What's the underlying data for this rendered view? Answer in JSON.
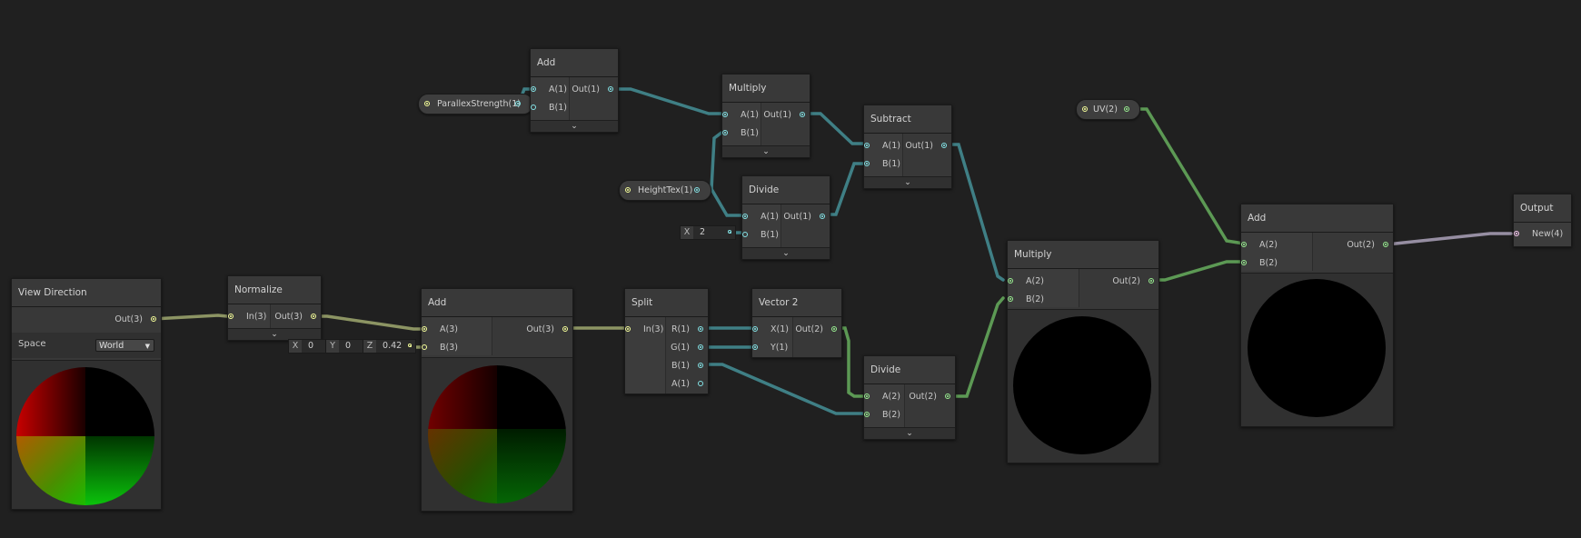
{
  "colors": {
    "background": "#202020",
    "wire_float": "#84e4e7",
    "wire_vector2": "#9aef92",
    "wire_vector3": "#f6ff9a",
    "wire_vector4": "#fbcbf4"
  },
  "icons": {
    "expand": "chevron-down-icon",
    "dropdown": "triangle-down-icon"
  },
  "properties": {
    "parallax_strength": "ParallexStrength(1)",
    "height_tex": "HeightTex(1)",
    "uv": "UV(2)"
  },
  "nodes": {
    "add_top": {
      "title": "Add",
      "a": "A(1)",
      "b": "B(1)",
      "out": "Out(1)"
    },
    "multiply_top": {
      "title": "Multiply",
      "a": "A(1)",
      "b": "B(1)",
      "out": "Out(1)"
    },
    "subtract": {
      "title": "Subtract",
      "a": "A(1)",
      "b": "B(1)",
      "out": "Out(1)"
    },
    "divide_top": {
      "title": "Divide",
      "a": "A(1)",
      "b": "B(1)",
      "out": "Out(1)",
      "b_field": {
        "label": "X",
        "value": "2"
      }
    },
    "view_direction": {
      "title": "View Direction",
      "out": "Out(3)",
      "space_label": "Space",
      "space_value": "World"
    },
    "normalize": {
      "title": "Normalize",
      "in": "In(3)",
      "out": "Out(3)"
    },
    "add_mid": {
      "title": "Add",
      "a": "A(3)",
      "b": "B(3)",
      "out": "Out(3)",
      "b_fields": [
        {
          "label": "X",
          "value": "0"
        },
        {
          "label": "Y",
          "value": "0"
        },
        {
          "label": "Z",
          "value": "0.42"
        }
      ]
    },
    "split": {
      "title": "Split",
      "in": "In(3)",
      "r": "R(1)",
      "g": "G(1)",
      "b": "B(1)",
      "a": "A(1)"
    },
    "vector2": {
      "title": "Vector 2",
      "x": "X(1)",
      "y": "Y(1)",
      "out": "Out(2)"
    },
    "divide_bottom": {
      "title": "Divide",
      "a": "A(2)",
      "b": "B(2)",
      "out": "Out(2)"
    },
    "multiply_big": {
      "title": "Multiply",
      "a": "A(2)",
      "b": "B(2)",
      "out": "Out(2)"
    },
    "add_right": {
      "title": "Add",
      "a": "A(2)",
      "b": "B(2)",
      "out": "Out(2)"
    },
    "output": {
      "title": "Output",
      "in": "New(4)"
    }
  }
}
